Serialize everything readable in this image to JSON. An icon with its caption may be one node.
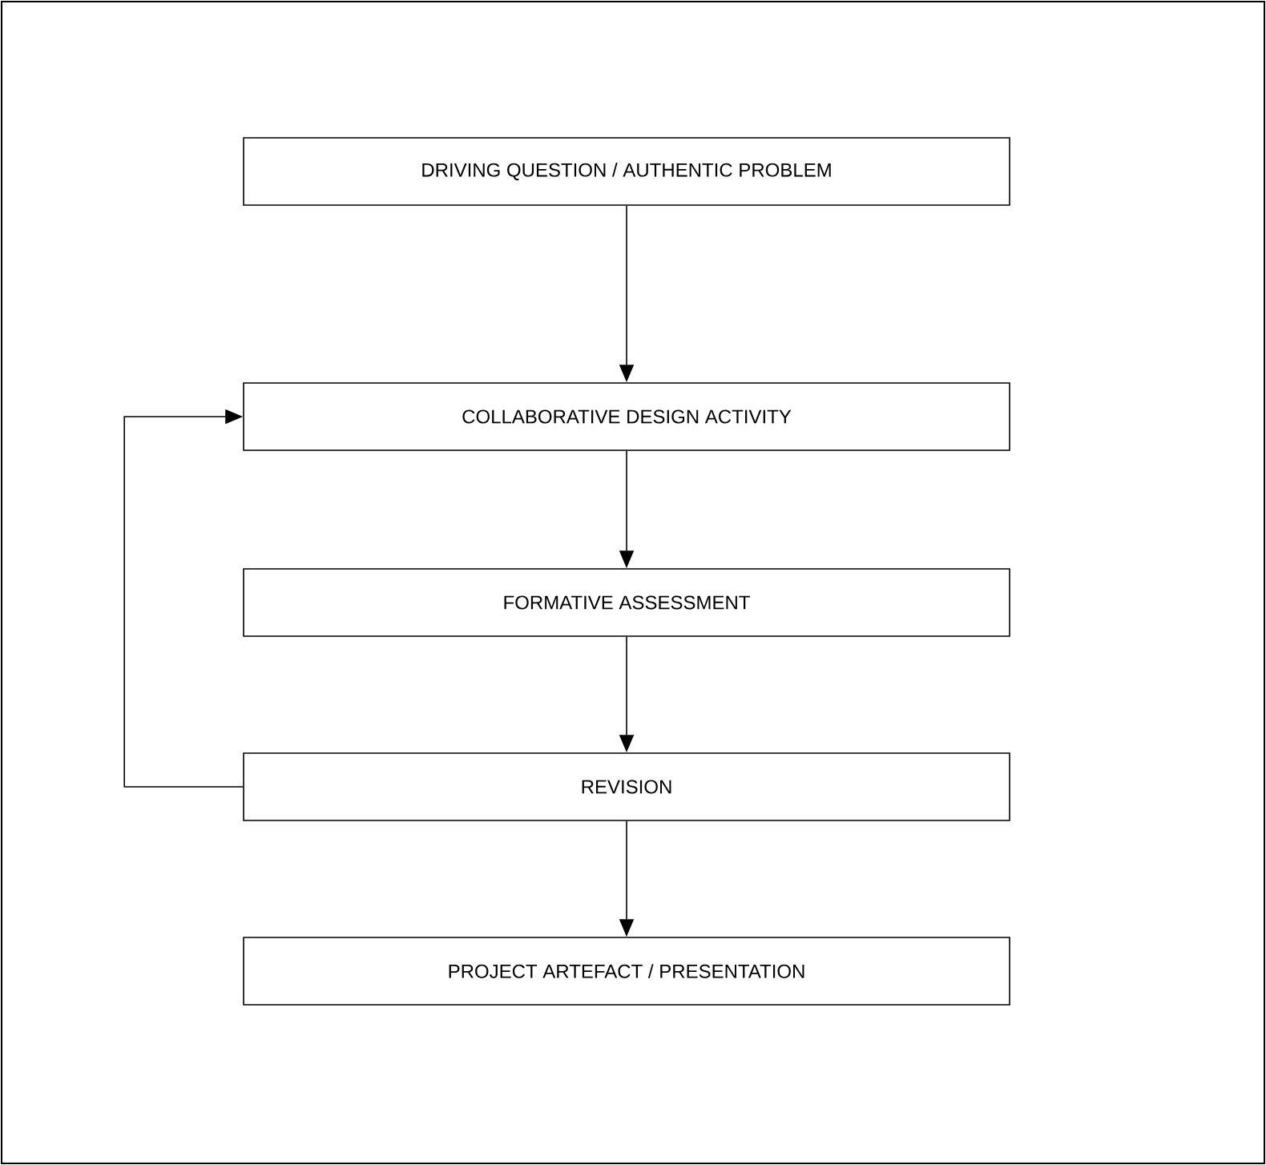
{
  "diagram": {
    "nodes": [
      {
        "text": [
          "DRIVING QUESTION / AUTHENTIC PROBLEM"
        ]
      },
      {
        "text": [
          "COLLABORATIVE DESIGN ACTIVITY"
        ]
      },
      {
        "text": [
          "FORMATIVE ASSESSMENT"
        ]
      },
      {
        "text": [
          "REVISION"
        ]
      },
      {
        "text": [
          "PROJECT ARTEFACT / PRESENTATION"
        ]
      }
    ],
    "edges": [
      {
        "from": 0,
        "to": 1,
        "arrow": "to"
      },
      {
        "from": 1,
        "to": 2,
        "arrow": "to"
      },
      {
        "from": 2,
        "to": 3,
        "arrow": "to"
      },
      {
        "from": 3,
        "to": 4,
        "arrow": "to"
      },
      {
        "from": 3,
        "to": 1,
        "arrow": "to"
      }
    ]
  }
}
